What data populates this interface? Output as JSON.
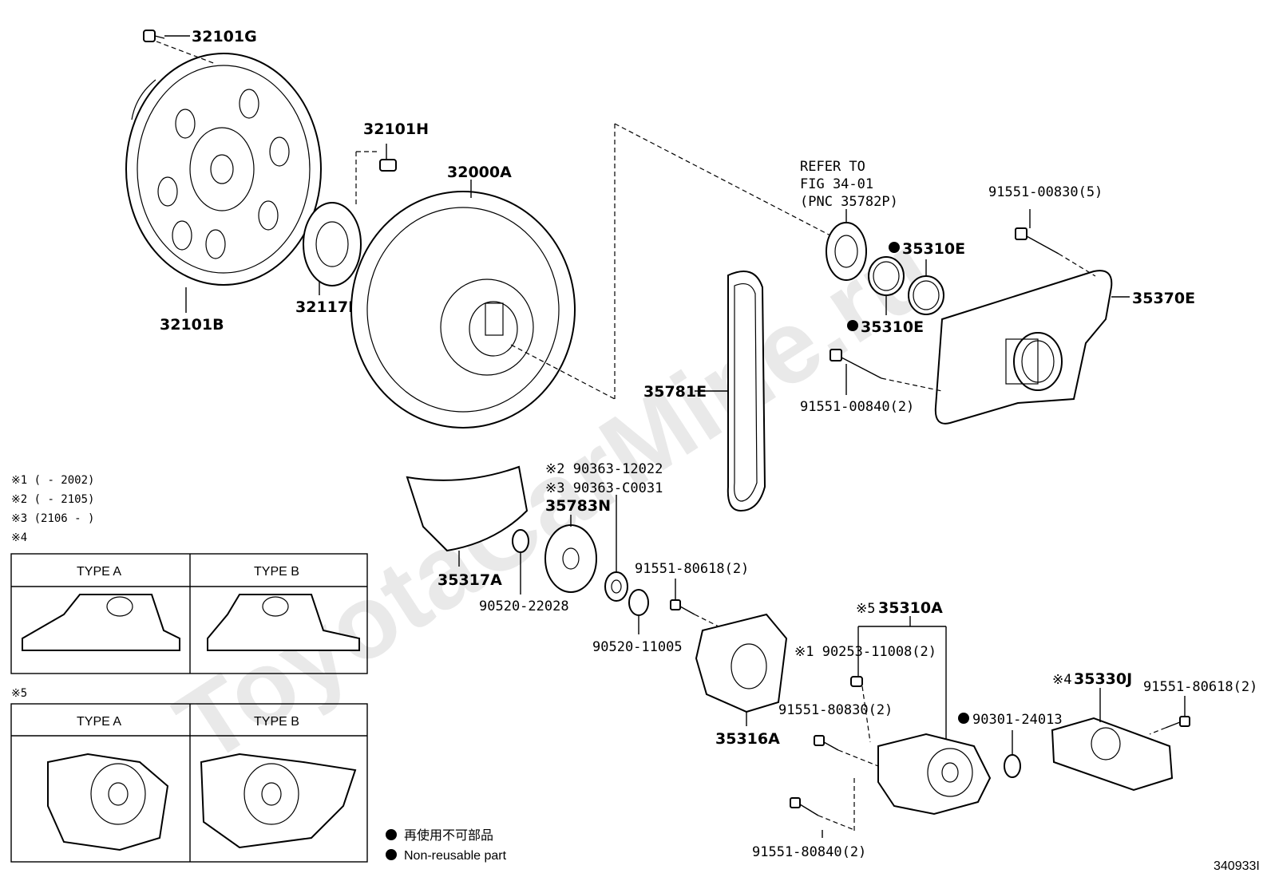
{
  "watermark": "ToyotaCarMine.ru",
  "figure_id": "340933I",
  "parts": {
    "p32101G": "32101G",
    "p32101H": "32101H",
    "p32000A": "32000A",
    "p32101B": "32101B",
    "p32117B": "32117B",
    "refer_line1": "REFER TO",
    "refer_line2": "FIG 34-01",
    "refer_line3": "(PNC 35782P)",
    "p91551_00830": "91551-00830(5)",
    "p35310E_top": "35310E",
    "p35370E": "35370E",
    "p35310E_bottom": "35310E",
    "p35781E": "35781E",
    "p91551_00840": "91551-00840(2)",
    "p90363_12022": "※2 90363-12022",
    "p90363_C0031": "※3 90363-C0031",
    "p35783N": "35783N",
    "p35317A": "35317A",
    "p90520_22028": "90520-22028",
    "p91551_80618_a": "91551-80618(2)",
    "p90520_11005": "90520-11005",
    "p35316A": "35316A",
    "p35310A_prefix": "※5",
    "p35310A": "35310A",
    "p90253_11008": "※1 90253-11008(2)",
    "p91551_80830": "91551-80830(2)",
    "p90301_24013": "90301-24013",
    "p35330J_prefix": "※4",
    "p35330J": "35330J",
    "p91551_80618_b": "91551-80618(2)",
    "p91551_80840": "91551-80840(2)"
  },
  "notes": {
    "n1": "※1 (      - 2002)",
    "n2": "※2 (      - 2105)",
    "n3": "※3 (2106 -      )",
    "n4": "※4",
    "n5": "※5"
  },
  "type_tables": {
    "t4_a": "TYPE A",
    "t4_b": "TYPE B",
    "t5_a": "TYPE A",
    "t5_b": "TYPE B"
  },
  "legend": {
    "jp": "再使用不可部品",
    "en": "Non-reusable part"
  }
}
